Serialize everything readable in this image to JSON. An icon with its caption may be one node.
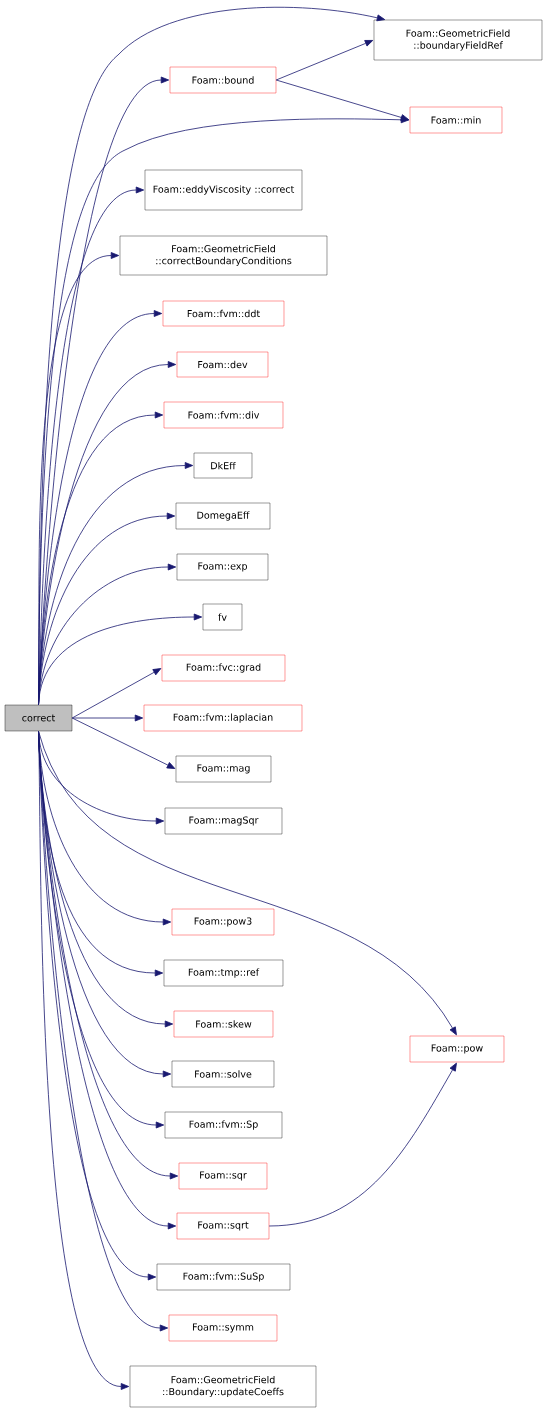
{
  "diagram": {
    "nodes": [
      {
        "text": [
          "correct"
        ]
      },
      {
        "text": [
          "Foam::GeometricField ::boundaryFieldRef"
        ]
      },
      {
        "text": [
          "Foam::bound"
        ]
      },
      {
        "text": [
          "Foam::min"
        ]
      },
      {
        "text": [
          "Foam::eddyViscosity ::correct"
        ]
      },
      {
        "text": [
          "Foam::GeometricField ::correctBoundaryConditions"
        ]
      },
      {
        "text": [
          "Foam::fvm::ddt"
        ]
      },
      {
        "text": [
          "Foam::dev"
        ]
      },
      {
        "text": [
          "Foam::fvm::div"
        ]
      },
      {
        "text": [
          "DkEff"
        ]
      },
      {
        "text": [
          "DomegaEff"
        ]
      },
      {
        "text": [
          "Foam::exp"
        ]
      },
      {
        "text": [
          "fv"
        ]
      },
      {
        "text": [
          "Foam::fvc::grad"
        ]
      },
      {
        "text": [
          "Foam::fvm::laplacian"
        ]
      },
      {
        "text": [
          "Foam::mag"
        ]
      },
      {
        "text": [
          "Foam::magSqr"
        ]
      },
      {
        "text": [
          "Foam::pow3"
        ]
      },
      {
        "text": [
          "Foam::tmp::ref"
        ]
      },
      {
        "text": [
          "Foam::skew"
        ]
      },
      {
        "text": [
          "Foam::solve"
        ]
      },
      {
        "text": [
          "Foam::fvm::Sp"
        ]
      },
      {
        "text": [
          "Foam::sqr"
        ]
      },
      {
        "text": [
          "Foam::sqrt"
        ]
      },
      {
        "text": [
          "Foam::fvm::SuSp"
        ]
      },
      {
        "text": [
          "Foam::symm"
        ]
      },
      {
        "text": [
          "Foam::GeometricField ::Boundary::updateCoeffs"
        ]
      },
      {
        "text": [
          "Foam::pow"
        ]
      }
    ],
    "edges": [
      {
        "from": 0,
        "to": 1,
        "arrow": "to"
      },
      {
        "from": 0,
        "to": 2,
        "arrow": "to"
      },
      {
        "from": 0,
        "to": 3,
        "arrow": "to"
      },
      {
        "from": 0,
        "to": 4,
        "arrow": "to"
      },
      {
        "from": 0,
        "to": 5,
        "arrow": "to"
      },
      {
        "from": 0,
        "to": 6,
        "arrow": "to"
      },
      {
        "from": 0,
        "to": 7,
        "arrow": "to"
      },
      {
        "from": 0,
        "to": 8,
        "arrow": "to"
      },
      {
        "from": 0,
        "to": 9,
        "arrow": "to"
      },
      {
        "from": 0,
        "to": 10,
        "arrow": "to"
      },
      {
        "from": 0,
        "to": 11,
        "arrow": "to"
      },
      {
        "from": 0,
        "to": 12,
        "arrow": "to"
      },
      {
        "from": 0,
        "to": 13,
        "arrow": "to"
      },
      {
        "from": 0,
        "to": 14,
        "arrow": "to"
      },
      {
        "from": 0,
        "to": 15,
        "arrow": "to"
      },
      {
        "from": 0,
        "to": 16,
        "arrow": "to"
      },
      {
        "from": 0,
        "to": 27,
        "arrow": "to"
      },
      {
        "from": 0,
        "to": 17,
        "arrow": "to"
      },
      {
        "from": 0,
        "to": 18,
        "arrow": "to"
      },
      {
        "from": 0,
        "to": 19,
        "arrow": "to"
      },
      {
        "from": 0,
        "to": 20,
        "arrow": "to"
      },
      {
        "from": 0,
        "to": 21,
        "arrow": "to"
      },
      {
        "from": 0,
        "to": 22,
        "arrow": "to"
      },
      {
        "from": 0,
        "to": 23,
        "arrow": "to"
      },
      {
        "from": 0,
        "to": 24,
        "arrow": "to"
      },
      {
        "from": 0,
        "to": 25,
        "arrow": "to"
      },
      {
        "from": 0,
        "to": 26,
        "arrow": "to"
      },
      {
        "from": 2,
        "to": 1,
        "arrow": "to"
      },
      {
        "from": 2,
        "to": 3,
        "arrow": "to"
      },
      {
        "from": 23,
        "to": 27,
        "arrow": "to"
      }
    ]
  }
}
